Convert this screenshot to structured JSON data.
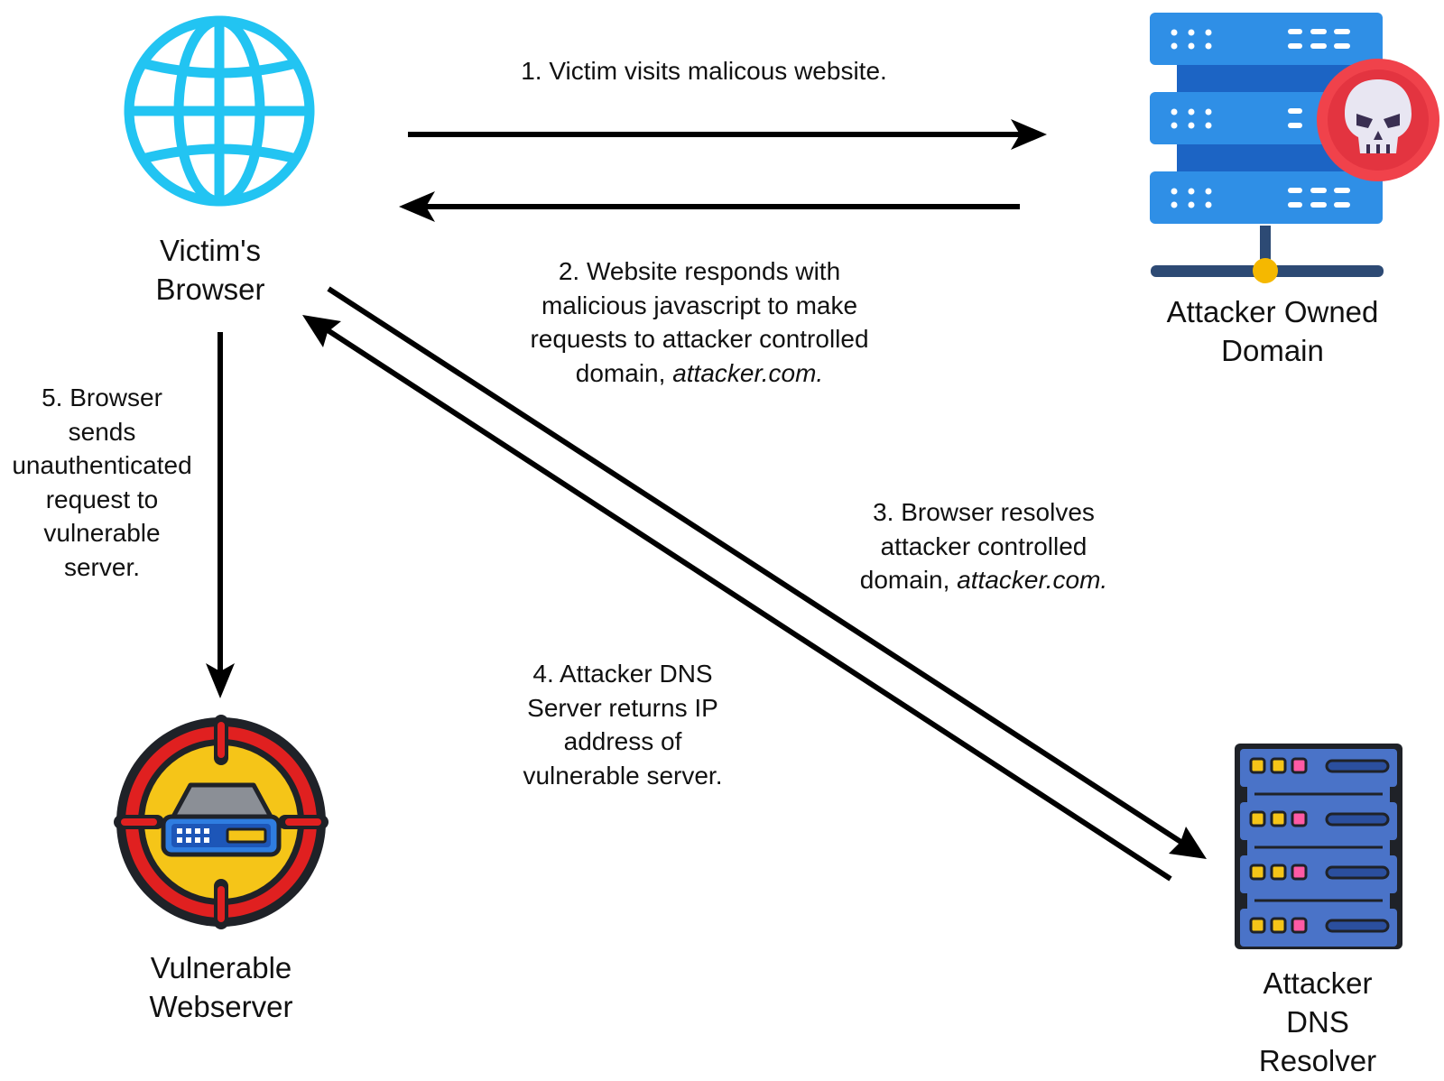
{
  "nodes": {
    "browser": {
      "label": [
        "Victim's",
        "Browser"
      ],
      "icon": "globe-icon"
    },
    "attacker_domain": {
      "label": [
        "Attacker Owned",
        "Domain"
      ],
      "icon": "server-skull-icon"
    },
    "webserver": {
      "label": [
        "Vulnerable",
        "Webserver"
      ],
      "icon": "target-router-icon"
    },
    "dns_resolver": {
      "label": [
        "Attacker",
        "DNS",
        "Resolver"
      ],
      "icon": "server-rack-icon"
    }
  },
  "steps": {
    "s1": {
      "line1": "1. Victim visits malicous website."
    },
    "s2": {
      "line1": "2. Website responds with",
      "line2": "malicious javascript to make",
      "line3": "requests to attacker controlled",
      "line4_pre": "domain, ",
      "line4_italic": "attacker.com."
    },
    "s3": {
      "line1": "3. Browser resolves",
      "line2": "attacker controlled",
      "line3_pre": "domain, ",
      "line3_italic": "attacker.com."
    },
    "s4": {
      "line1": "4. Attacker DNS",
      "line2": "Server returns IP",
      "line3": "address of",
      "line4": "vulnerable server."
    },
    "s5": {
      "line1": "5. Browser",
      "line2": "sends",
      "line3": "unauthenticated",
      "line4": "request to",
      "line5": "vulnerable",
      "line6": "server."
    }
  },
  "colors": {
    "globe": "#22c4f2",
    "server_blue": "#2f8fe6",
    "server_dark": "#2d4a74",
    "skull_red": "#f0424b",
    "rack_blue": "#4a73c8",
    "target_red": "#e02020",
    "target_yellow": "#f5c518",
    "arrow": "#000000"
  }
}
